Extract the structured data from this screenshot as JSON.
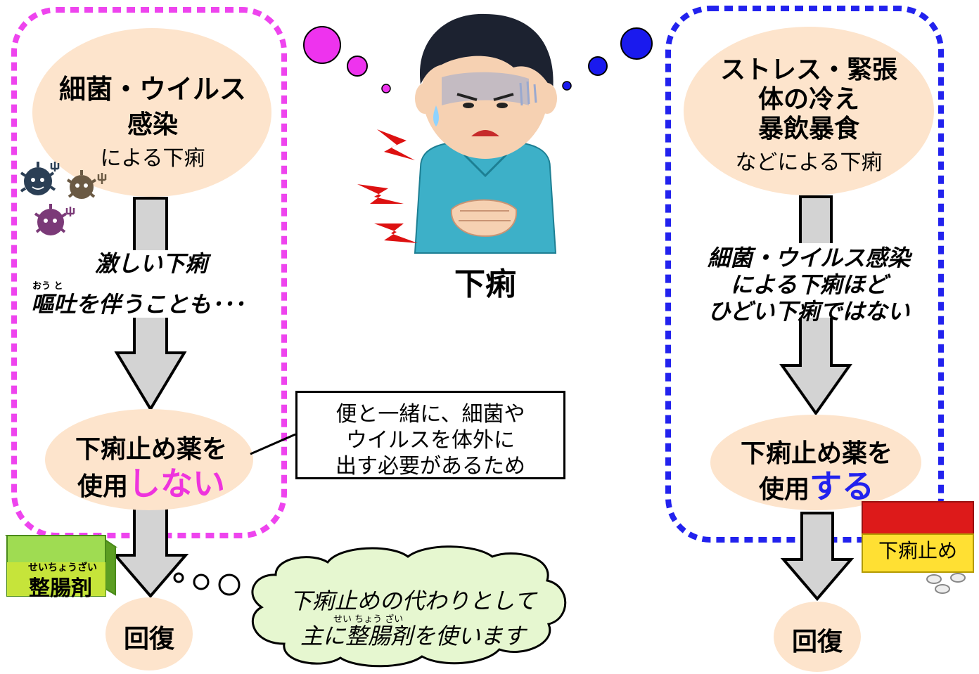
{
  "left": {
    "cause_title": "細菌・ウイルス",
    "cause_title2": "感染",
    "cause_suffix": "による下痢",
    "symptom_line1": "激しい下痢",
    "symptom_ruby": "おう と",
    "symptom_line2": "嘔吐を伴うことも･･･",
    "treatment_line1": "下痢止め薬を",
    "treatment_line2_prefix": "使用",
    "treatment_line2_emph": "しない",
    "outcome": "回復",
    "medicine_ruby": "せいちょうざい",
    "medicine_label": "整腸剤",
    "border_color": "#ee44ee",
    "emph_color": "#ee33dd"
  },
  "center": {
    "title": "下痢"
  },
  "note": {
    "line1": "便と一緒に、細菌や",
    "line2": "ウイルスを体外に",
    "line3": "出す必要があるため"
  },
  "cloud": {
    "line1": "下痢止めの代わりとして",
    "ruby": "せい ちょう ざい",
    "line2": "主に整腸剤を使います"
  },
  "right": {
    "cause_line1": "ストレス・緊張",
    "cause_line2": "体の冷え",
    "cause_line3": "暴飲暴食",
    "cause_suffix": "などによる下痢",
    "symptom_line1": "細菌・ウイルス感染",
    "symptom_line2": "による下痢ほど",
    "symptom_line3": "ひどい下痢ではない",
    "treatment_line1": "下痢止め薬を",
    "treatment_line2_prefix": "使用",
    "treatment_line2_emph": "する",
    "outcome": "回復",
    "medicine_label": "下痢止め",
    "border_color": "#2222ee",
    "emph_color": "#2222ee"
  },
  "colors": {
    "bubble_fill": "#fde4cc",
    "arrow_fill": "#d3d3d3",
    "cloud_fill": "#e6f7d0",
    "person_shirt": "#3db0c8",
    "bolt": "#dd1111"
  }
}
